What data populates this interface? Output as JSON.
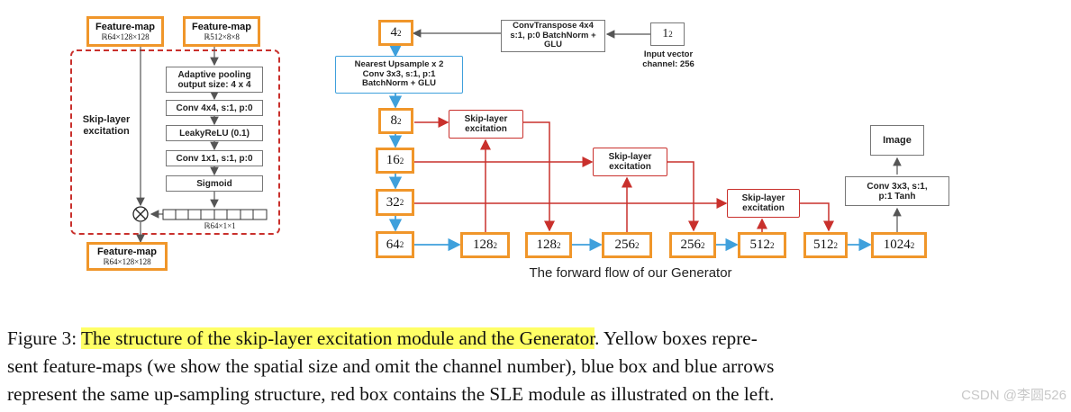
{
  "sle_module": {
    "input_fm1": {
      "label": "Feature-map",
      "dims": "ℝ64×128×128"
    },
    "input_fm2": {
      "label": "Feature-map",
      "dims": "ℝ512×8×8"
    },
    "module_label": "Skip-layer excitation",
    "ops": [
      "Adaptive pooling output size: 4 x 4",
      "Conv 4x4, s:1, p:0",
      "LeakyReLU (0.1)",
      "Conv 1x1, s:1, p:0",
      "Sigmoid"
    ],
    "vector_dims": "ℝ64×1×1",
    "multiply_symbol": "⊗",
    "output_fm": {
      "label": "Feature-map",
      "dims": "ℝ64×128×128"
    }
  },
  "generator": {
    "input_node": "12",
    "input_caption": "Input vector channel: 256",
    "convtranspose": "ConvTranspose 4x4 s:1, p:0 BatchNorm + GLU",
    "upsample": "Nearest Upsample x 2 Conv 3x3, s:1, p:1 BatchNorm + GLU",
    "left_nodes": [
      "42",
      "82",
      "162",
      "322",
      "642"
    ],
    "bottom_nodes": [
      "1282",
      "1282",
      "2562",
      "2562",
      "5122",
      "5122",
      "10242"
    ],
    "sle_blocks": [
      "Skip-layer excitation",
      "Skip-layer excitation",
      "Skip-layer excitation"
    ],
    "final_conv": "Conv 3x3, s:1, p:1 Tanh",
    "output": "Image",
    "title": "The forward flow of our Generator"
  },
  "caption": {
    "prefix": "Figure 3: ",
    "highlight": "The structure of the skip-layer excitation module and the Generator",
    "line1_rest": ". Yellow boxes repre-",
    "line2": "sent feature-maps (we show the spatial size and omit the channel number), blue box and blue arrows",
    "line3": "represent the same up-sampling structure, red box contains the SLE module as illustrated on the left."
  },
  "watermark": "CSDN @李圆526",
  "colors": {
    "feature_map": "#f0962a",
    "upsample": "#3fa0dc",
    "sle": "#c9302c",
    "highlight": "#ffff66"
  }
}
